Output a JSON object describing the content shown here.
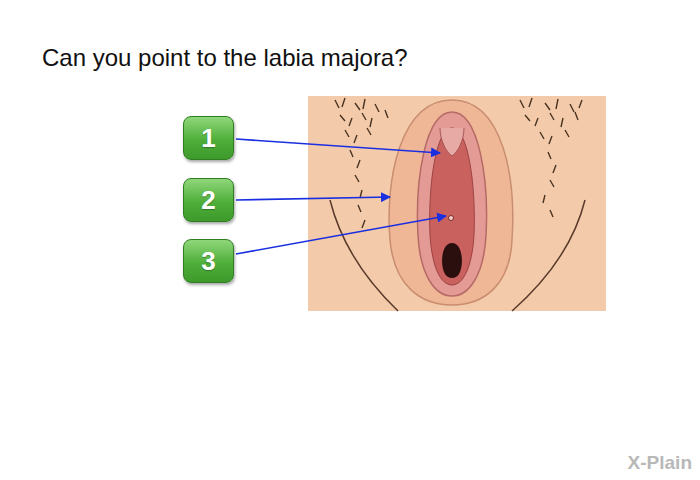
{
  "diagram": {
    "title": "Can you point to the labia majora?",
    "nodes": [
      {
        "text": [
          "1"
        ]
      },
      {
        "text": [
          "2"
        ]
      },
      {
        "text": [
          "3"
        ]
      }
    ],
    "labels": [
      "X-Plain"
    ]
  }
}
